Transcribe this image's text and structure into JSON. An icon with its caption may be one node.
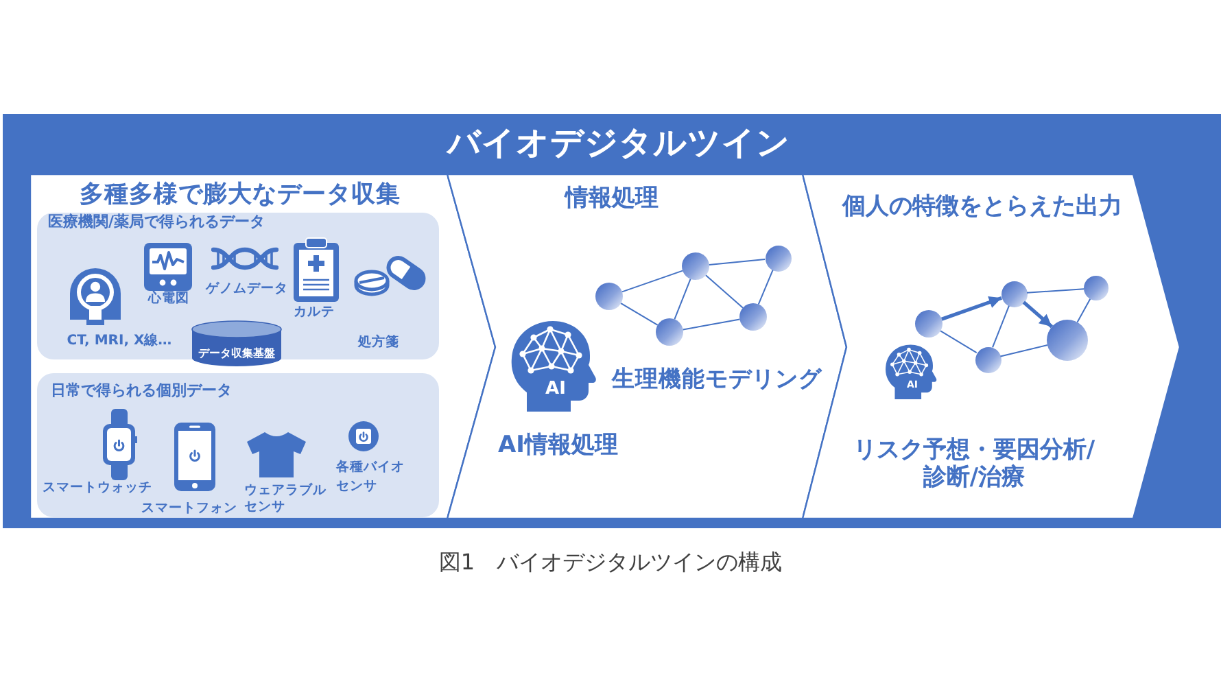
{
  "diagram": {
    "caption": "図1　バイオデジタルツインの構成",
    "nodes": [
      {
        "text": [
          "バイオデジタルツイン"
        ]
      },
      {
        "text": [
          "多種多様で膨大なデータ収集"
        ],
        "in": 0
      },
      {
        "text": [
          "医療機関/薬局で得られるデータ",
          "CT, MRI, X線…",
          "心電図",
          "ゲノムデータ",
          "カルテ",
          "処方箋"
        ],
        "in": 1
      },
      {
        "text": [
          "データ収集基盤"
        ],
        "in": 1
      },
      {
        "text": [
          "日常で得られる個別データ",
          "スマートウォッチ",
          "スマートフォン",
          "ウェアラブルセンサ",
          "各種バイオセンサ"
        ],
        "in": 1
      },
      {
        "text": [
          "情報処理",
          "生理機能モデリング",
          "AI情報処理"
        ],
        "in": 0
      },
      {
        "text": [],
        "shape": "circle",
        "in": 5
      },
      {
        "text": [],
        "shape": "circle",
        "in": 5
      },
      {
        "text": [],
        "shape": "circle",
        "in": 5
      },
      {
        "text": [],
        "shape": "circle",
        "in": 5
      },
      {
        "text": [],
        "shape": "circle",
        "in": 5
      },
      {
        "text": [
          "AI"
        ],
        "in": 5
      },
      {
        "text": [
          "個人の特徴をとらえた出力",
          "リスク予想・要因分析/診断/治療"
        ],
        "in": 0
      },
      {
        "text": [],
        "shape": "circle",
        "in": 12
      },
      {
        "text": [],
        "shape": "circle",
        "in": 12
      },
      {
        "text": [],
        "shape": "circle",
        "in": 12
      },
      {
        "text": [],
        "shape": "circle",
        "in": 12
      },
      {
        "text": [],
        "shape": "circle",
        "in": 12
      },
      {
        "text": [
          "AI"
        ],
        "in": 12
      }
    ],
    "edges": [
      {
        "from": 6,
        "to": 7,
        "arrow": "none"
      },
      {
        "from": 6,
        "to": 9,
        "arrow": "none"
      },
      {
        "from": 7,
        "to": 8,
        "arrow": "none"
      },
      {
        "from": 7,
        "to": 9,
        "arrow": "none"
      },
      {
        "from": 7,
        "to": 10,
        "arrow": "none"
      },
      {
        "from": 9,
        "to": 10,
        "arrow": "none"
      },
      {
        "from": 8,
        "to": 10,
        "arrow": "none"
      },
      {
        "from": 13,
        "to": 14,
        "arrow": "to",
        "style": "thick"
      },
      {
        "from": 14,
        "to": 17,
        "arrow": "to",
        "style": "thick"
      },
      {
        "from": 13,
        "to": 16,
        "arrow": "none"
      },
      {
        "from": 14,
        "to": 16,
        "arrow": "none"
      },
      {
        "from": 14,
        "to": 15,
        "arrow": "none"
      },
      {
        "from": 15,
        "to": 17,
        "arrow": "none"
      },
      {
        "from": 16,
        "to": 17,
        "arrow": "none"
      }
    ]
  }
}
